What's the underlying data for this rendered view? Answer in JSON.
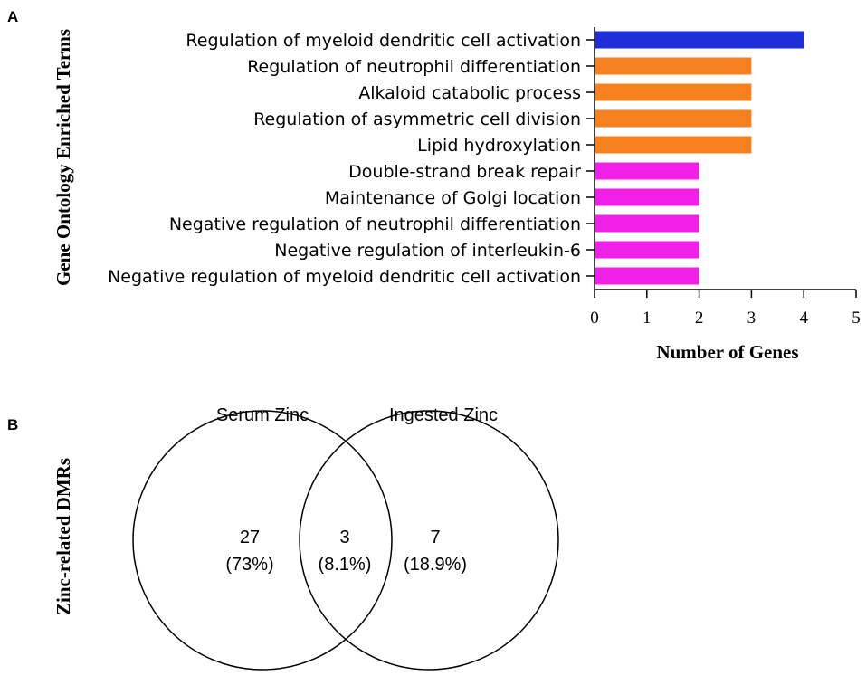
{
  "panel_a": {
    "letter": "A"
  },
  "panel_b": {
    "letter": "B"
  },
  "chart_data": [
    {
      "type": "bar",
      "orientation": "horizontal",
      "title": "",
      "xlabel": "Number of Genes",
      "ylabel": "Gene Ontology Enriched Terms",
      "xlim": [
        0,
        5
      ],
      "xticks": [
        "0",
        "1",
        "2",
        "3",
        "4",
        "5"
      ],
      "grid": false,
      "categories": [
        "Regulation of myeloid dendritic cell activation",
        "Regulation of neutrophil differentiation",
        "Alkaloid catabolic process",
        "Regulation of asymmetric cell division",
        "Lipid hydroxylation",
        "Double-strand break repair",
        "Maintenance of Golgi location",
        "Negative regulation of neutrophil differentiation",
        "Negative regulation of interleukin-6",
        "Negative regulation of myeloid dendritic cell activation"
      ],
      "values": [
        4,
        3,
        3,
        3,
        3,
        2,
        2,
        2,
        2,
        2
      ],
      "colors": [
        "#1f2ed6",
        "#f5821f",
        "#f5821f",
        "#f5821f",
        "#f5821f",
        "#f020e8",
        "#f020e8",
        "#f020e8",
        "#f020e8",
        "#f020e8"
      ]
    },
    {
      "type": "venn",
      "ylabel": "Zinc-related DMRs",
      "sets": [
        {
          "name": "Serum Zinc",
          "only_count": "27",
          "only_percent": "(73%)"
        },
        {
          "name": "Ingested Zinc",
          "only_count": "7",
          "only_percent": "(18.9%)"
        }
      ],
      "intersection": {
        "count": "3",
        "percent": "(8.1%)"
      }
    }
  ]
}
